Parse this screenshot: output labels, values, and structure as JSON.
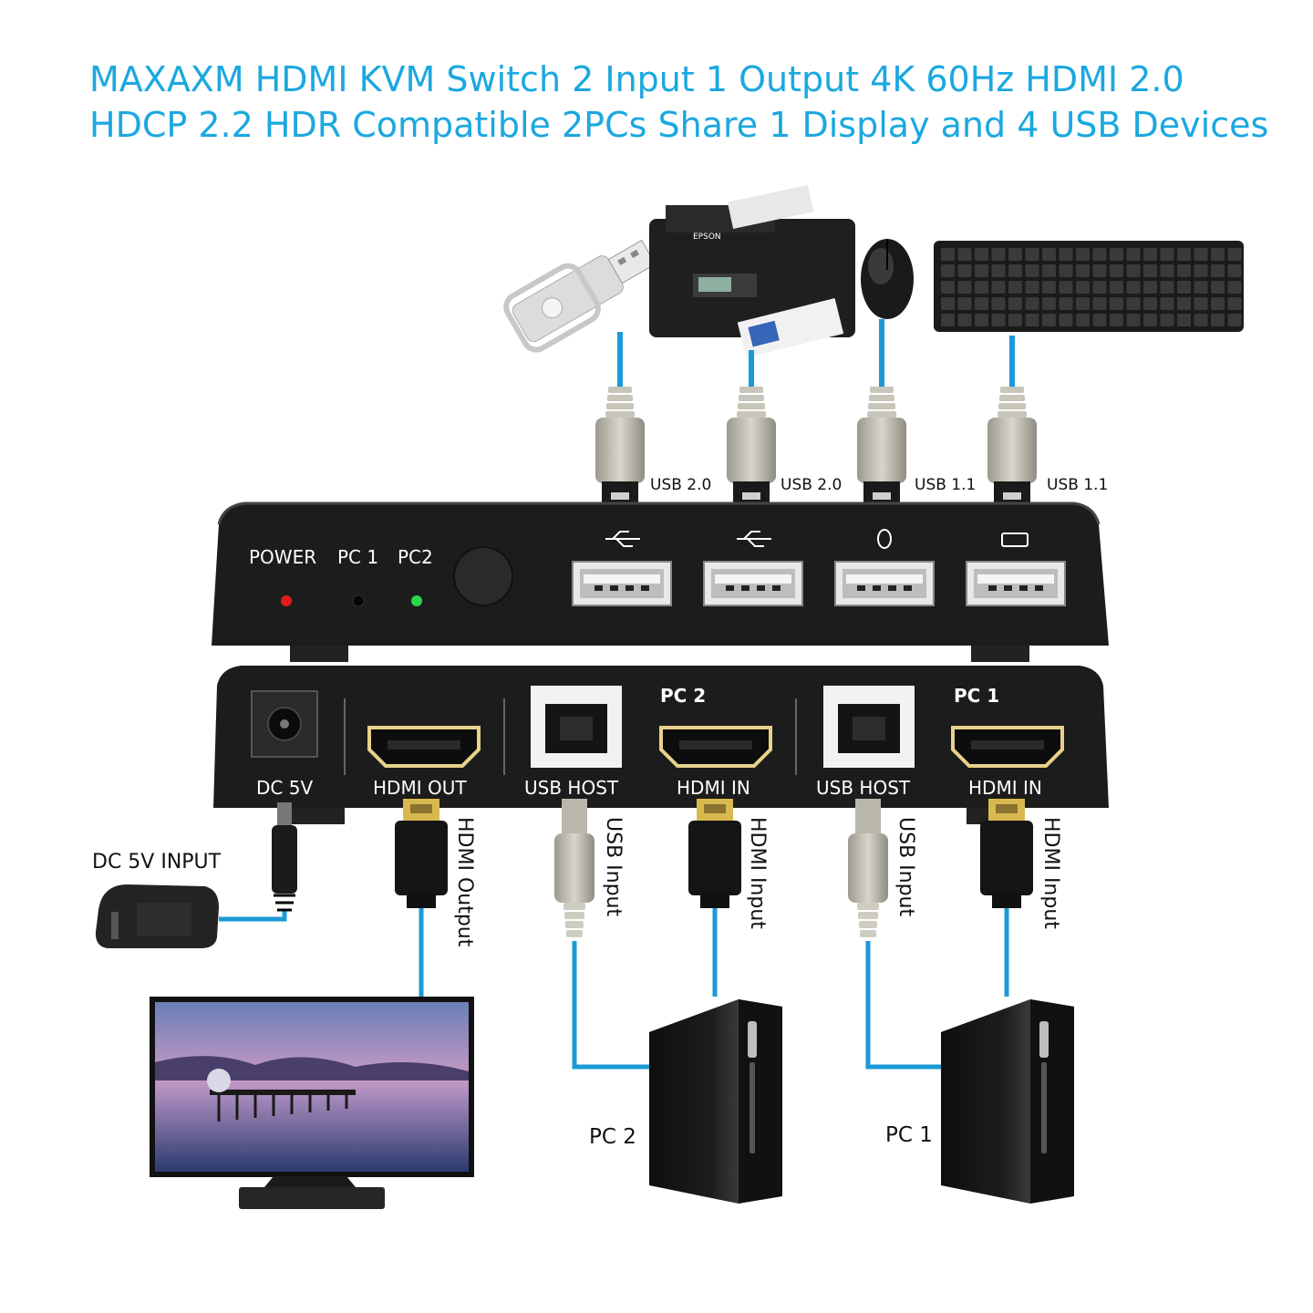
{
  "title_line1": "MAXAXM HDMI KVM Switch 2 Input 1 Output 4K 60Hz HDMI 2.0",
  "title_line2": "HDCP 2.2 HDR Compatible 2PCs Share 1 Display and 4 USB Devices",
  "front_panel": {
    "power": "POWER",
    "pc1": "PC 1",
    "pc2": "PC2"
  },
  "usb_labels": [
    "USB 2.0",
    "USB 2.0",
    "USB 1.1",
    "USB 1.1"
  ],
  "rear_panel": {
    "dc": "DC 5V",
    "hdmi_out": "HDMI OUT",
    "usb_host_pc2": "USB HOST",
    "hdmi_in_pc2": "HDMI IN",
    "usb_host_pc1": "USB HOST",
    "hdmi_in_pc1": "HDMI IN",
    "pc2_header": "PC 2",
    "pc1_header": "PC 1"
  },
  "cable_labels": {
    "hdmi_output": "HDMI Output",
    "usb_input_pc2": "USB Input",
    "hdmi_input_pc2": "HDMI Input",
    "usb_input_pc1": "USB Input",
    "hdmi_input_pc1": "HDMI Input"
  },
  "dc_input": "DC 5V INPUT",
  "printer_brand": "EPSON",
  "computers": {
    "pc2": "PC 2",
    "pc1": "PC 1"
  },
  "colors": {
    "title": "#1ba8e0",
    "cable": "#1b9ad6",
    "panel": "#1c1c1c",
    "power_led": "#e21b1b",
    "pc2_led": "#2bd64a"
  }
}
